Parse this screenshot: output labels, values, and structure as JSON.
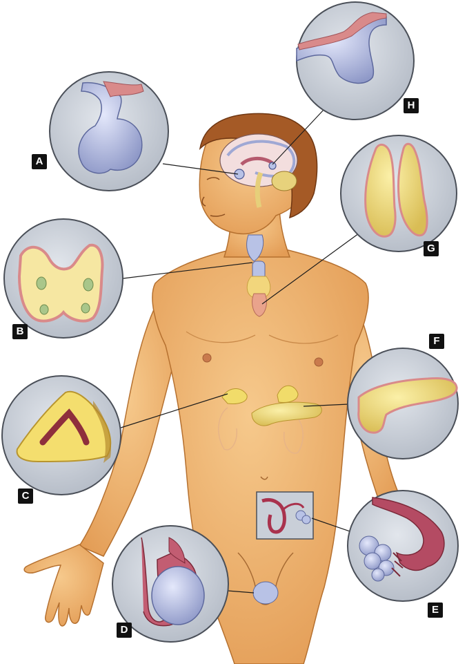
{
  "labels": {
    "a": "A",
    "b": "B",
    "c": "C",
    "d": "D",
    "e": "E",
    "f": "F",
    "g": "G",
    "h": "H"
  },
  "colors": {
    "skin": "#f0b56e",
    "skin_shadow": "#d9893f",
    "hair": "#a05a28",
    "circle_bg": "#c9cfd8",
    "circle_stroke": "#4a4f58",
    "gland_yellow": "#f1e07a",
    "gland_pink": "#d98a8a",
    "gland_blue": "#b8c2e6",
    "tag_bg": "#111111",
    "tag_text": "#ffffff"
  },
  "icons": {
    "a": "pituitary-gland",
    "b": "thyroid-gland",
    "c": "adrenal-gland",
    "d": "testis",
    "e": "ovary",
    "f": "pancreas",
    "g": "thymus",
    "h": "pineal-gland"
  }
}
